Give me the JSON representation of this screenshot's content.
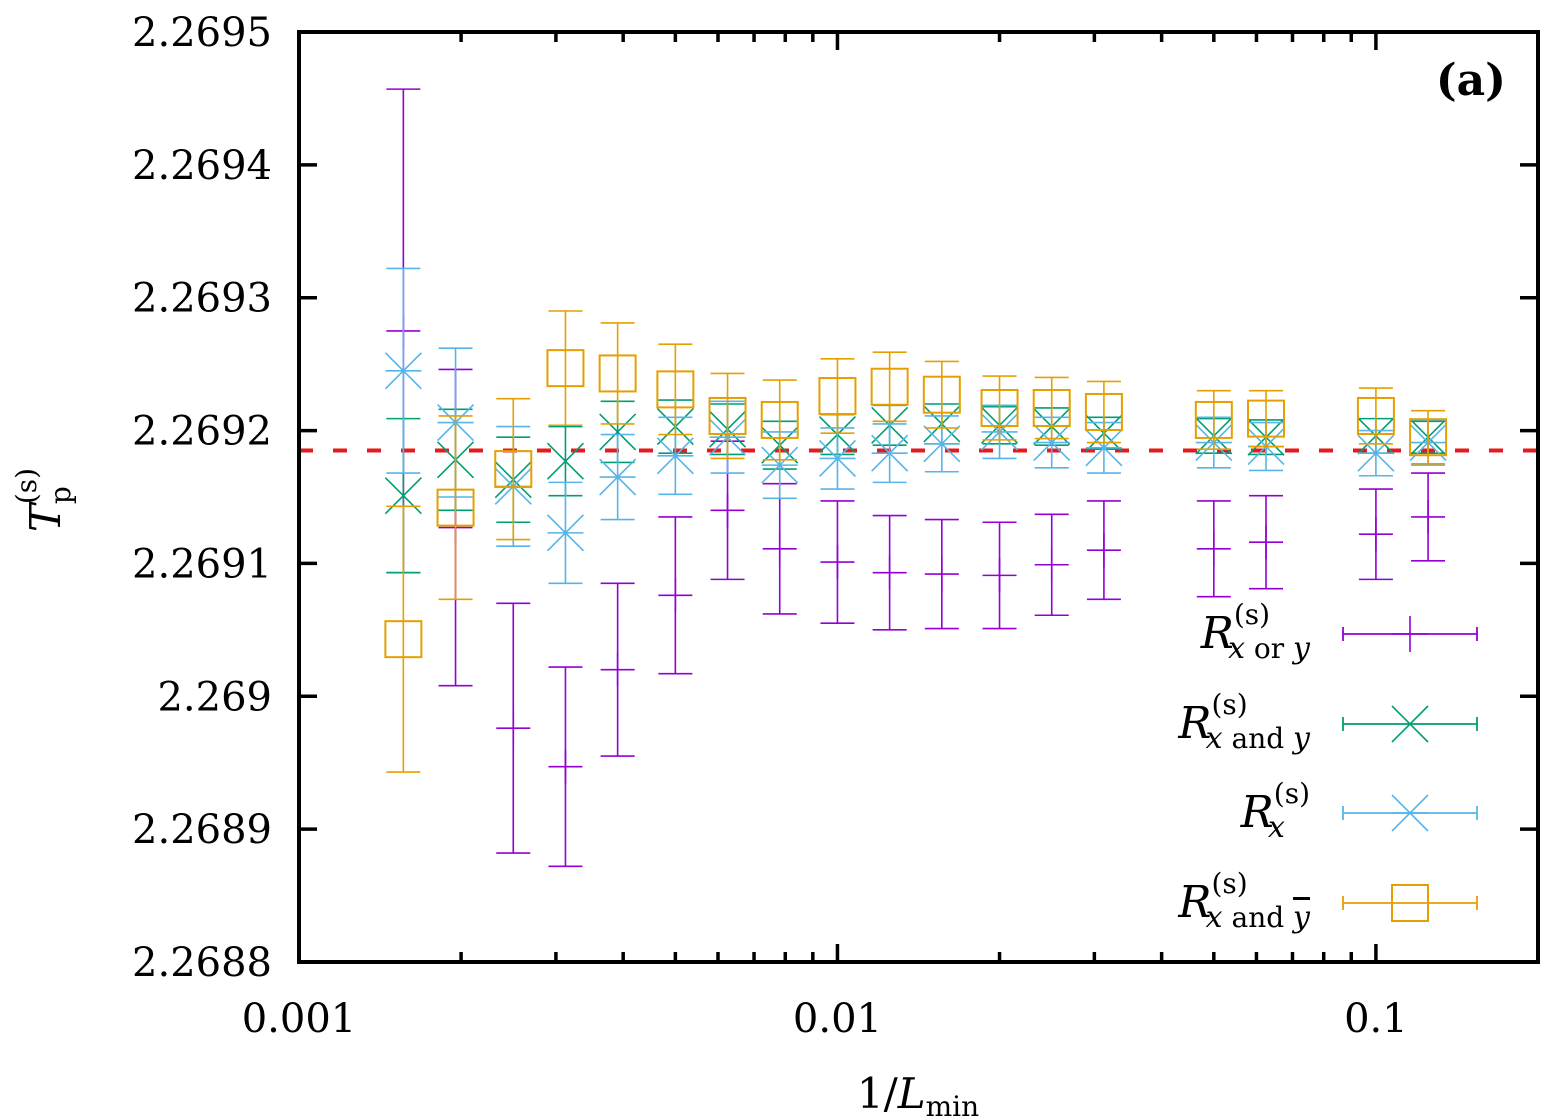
{
  "chart_data": {
    "type": "scatter",
    "title": "",
    "panel_label": "(a)",
    "xlabel": "1/L_min",
    "ylabel": "T_p^(s)",
    "xscale": "log",
    "xlim": [
      0.001,
      0.2
    ],
    "ylim": [
      2.2688,
      2.2695
    ],
    "x_ticks": [
      {
        "value": 0.001,
        "label": "0.001"
      },
      {
        "value": 0.01,
        "label": "0.01"
      },
      {
        "value": 0.1,
        "label": "0.1"
      }
    ],
    "y_ticks": [
      {
        "value": 2.2688,
        "label": "2.2688"
      },
      {
        "value": 2.2689,
        "label": "2.2689"
      },
      {
        "value": 2.269,
        "label": "2.269"
      },
      {
        "value": 2.2691,
        "label": "2.2691"
      },
      {
        "value": 2.2692,
        "label": "2.2692"
      },
      {
        "value": 2.2693,
        "label": "2.2693"
      },
      {
        "value": 2.2694,
        "label": "2.2694"
      },
      {
        "value": 2.2695,
        "label": "2.2695"
      }
    ],
    "grid": false,
    "legend_position": "lower right",
    "L_min": [
      640,
      512,
      400,
      320,
      256,
      200,
      160,
      128,
      100,
      80,
      64,
      50,
      40,
      32,
      20,
      16,
      10,
      8
    ],
    "x": [
      0.0015625,
      0.001953125,
      0.0025,
      0.003125,
      0.00390625,
      0.005,
      0.00625,
      0.0078125,
      0.01,
      0.0125,
      0.015625,
      0.02,
      0.025,
      0.03125,
      0.05,
      0.0625,
      0.1,
      0.125
    ],
    "reference_line": {
      "y": 2.269185,
      "style": "dashed",
      "color": "#e41a1c"
    },
    "series": [
      {
        "name": "R_{x or y}^(s)",
        "marker": "plus",
        "color": "#9400d3",
        "values": [
          2.269275,
          2.269127,
          2.268976,
          2.268947,
          2.26902,
          2.269076,
          2.26914,
          2.269111,
          2.269101,
          2.269093,
          2.269092,
          2.269091,
          2.269099,
          2.26911,
          2.269111,
          2.269116,
          2.269122,
          2.269135
        ],
        "errors": [
          0.000182,
          0.000119,
          9.4e-05,
          7.5e-05,
          6.5e-05,
          5.9e-05,
          5.2e-05,
          4.9e-05,
          4.6e-05,
          4.3e-05,
          4.1e-05,
          4e-05,
          3.8e-05,
          3.7e-05,
          3.6e-05,
          3.5e-05,
          3.4e-05,
          3.3e-05
        ]
      },
      {
        "name": "R_{x and y}^(s)",
        "marker": "cross",
        "color": "#009e73",
        "values": [
          2.269151,
          2.269178,
          2.269163,
          2.269177,
          2.269199,
          2.269203,
          2.269201,
          2.269189,
          2.269197,
          2.269204,
          2.269205,
          2.269204,
          2.269203,
          2.269198,
          2.269196,
          2.269195,
          2.269196,
          2.269195
        ],
        "errors": [
          5.8e-05,
          3.8e-05,
          3.2e-05,
          2.6e-05,
          2.3e-05,
          2e-05,
          1.9e-05,
          1.8e-05,
          1.5e-05,
          1.5e-05,
          1.5e-05,
          1.4e-05,
          1.4e-05,
          1.2e-05,
          1.3e-05,
          1.3e-05,
          1.3e-05,
          1.2e-05
        ]
      },
      {
        "name": "R_x^(s)",
        "marker": "star",
        "color": "#56b4e9",
        "values": [
          2.269245,
          2.269206,
          2.269158,
          2.269123,
          2.269165,
          2.269181,
          2.269195,
          2.269174,
          2.269179,
          2.269183,
          2.26919,
          2.269199,
          2.269191,
          2.269187,
          2.269191,
          2.269188,
          2.269183,
          2.269191
        ],
        "errors": [
          7.7e-05,
          5.6e-05,
          4.5e-05,
          3.8e-05,
          3.2e-05,
          2.9e-05,
          2.7e-05,
          2.5e-05,
          2.3e-05,
          2.2e-05,
          2.1e-05,
          2e-05,
          1.9e-05,
          1.9e-05,
          1.9e-05,
          1.8e-05,
          1.7e-05,
          1.7e-05
        ]
      },
      {
        "name": "R_{x and ȳ}^(s)",
        "marker": "open-square",
        "color": "#e69f00",
        "values": [
          2.269043,
          2.269142,
          2.269171,
          2.269247,
          2.269243,
          2.269231,
          2.269211,
          2.269208,
          2.269226,
          2.269233,
          2.269227,
          2.269217,
          2.269217,
          2.269214,
          2.269208,
          2.269209,
          2.269211,
          2.269195
        ],
        "errors": [
          0.0001,
          6.9e-05,
          5.3e-05,
          4.3e-05,
          3.8e-05,
          3.4e-05,
          3.2e-05,
          3e-05,
          2.8e-05,
          2.6e-05,
          2.5e-05,
          2.4e-05,
          2.3e-05,
          2.3e-05,
          2.2e-05,
          2.1e-05,
          2.1e-05,
          2e-05
        ]
      }
    ]
  },
  "legend": {
    "entries": [
      {
        "main": "R",
        "sup": "(s)",
        "sub": "x",
        "sub_rest": " or ",
        "sub_tail": "y",
        "overline_tail": false
      },
      {
        "main": "R",
        "sup": "(s)",
        "sub": "x",
        "sub_rest": " and ",
        "sub_tail": "y",
        "overline_tail": false
      },
      {
        "main": "R",
        "sup": "(s)",
        "sub": "x",
        "sub_rest": "",
        "sub_tail": "",
        "overline_tail": false
      },
      {
        "main": "R",
        "sup": "(s)",
        "sub": "x",
        "sub_rest": " and ",
        "sub_tail": "y",
        "overline_tail": true
      }
    ]
  },
  "axes": {
    "x_title_main": "1/",
    "x_title_var": "L",
    "x_title_sub": "min",
    "y_title_var": "T",
    "y_title_sub": "p",
    "y_title_sup": "(s)"
  }
}
